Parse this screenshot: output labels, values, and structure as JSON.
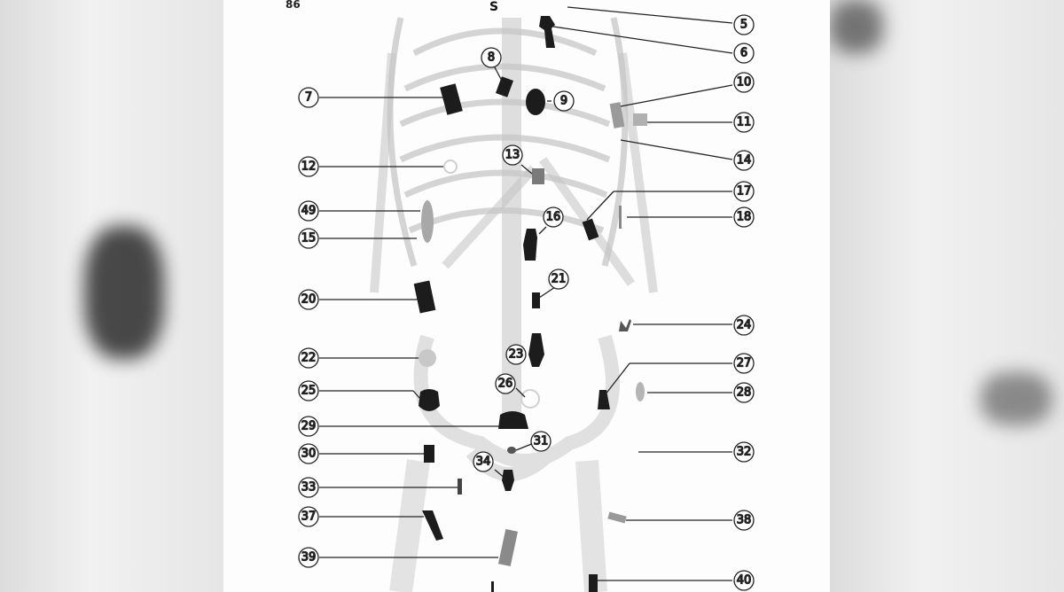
{
  "page_number": "86",
  "view_label": "S",
  "callouts": [
    {
      "num": "5"
    },
    {
      "num": "6"
    },
    {
      "num": "7"
    },
    {
      "num": "8"
    },
    {
      "num": "9"
    },
    {
      "num": "10"
    },
    {
      "num": "11"
    },
    {
      "num": "12"
    },
    {
      "num": "13"
    },
    {
      "num": "14"
    },
    {
      "num": "15"
    },
    {
      "num": "16"
    },
    {
      "num": "17"
    },
    {
      "num": "18"
    },
    {
      "num": "20"
    },
    {
      "num": "21"
    },
    {
      "num": "22"
    },
    {
      "num": "23"
    },
    {
      "num": "24"
    },
    {
      "num": "25"
    },
    {
      "num": "26"
    },
    {
      "num": "27"
    },
    {
      "num": "28"
    },
    {
      "num": "29"
    },
    {
      "num": "30"
    },
    {
      "num": "31"
    },
    {
      "num": "32"
    },
    {
      "num": "33"
    },
    {
      "num": "34"
    },
    {
      "num": "37"
    },
    {
      "num": "38"
    },
    {
      "num": "39"
    },
    {
      "num": "40"
    },
    {
      "num": "49"
    }
  ],
  "colors": {
    "ink": "#111111",
    "skeleton": "#bdbdbd",
    "page": "#fdfdfd",
    "marker": "#1c1c1c"
  }
}
